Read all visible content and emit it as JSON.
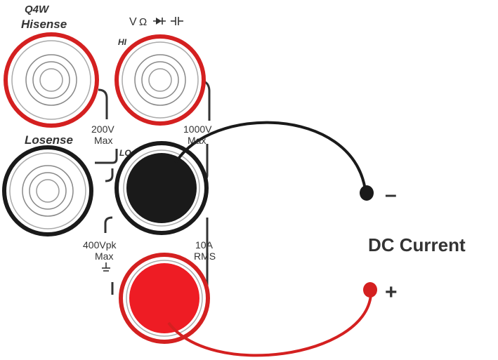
{
  "labels": {
    "q4w": "Q4W",
    "hisense": "Hisense",
    "v_symbols": "V",
    "hi": "HI",
    "max200_l1": "200V",
    "max200_l2": "Max",
    "max1000_l1": "1000V",
    "max1000_l2": "Max",
    "losense": "Losense",
    "lo": "LO",
    "vpk_l1": "400Vpk",
    "vpk_l2": "Max",
    "rms_l1": "10A",
    "rms_l2": "RMS",
    "dc_current": "DC Current",
    "minus": "–",
    "plus": "+"
  },
  "colors": {
    "red": "#d42020",
    "red_fill": "#ee1c24",
    "black": "#1a1a1a",
    "frame": "#333333",
    "ring_gray": "#9a9a9a"
  }
}
